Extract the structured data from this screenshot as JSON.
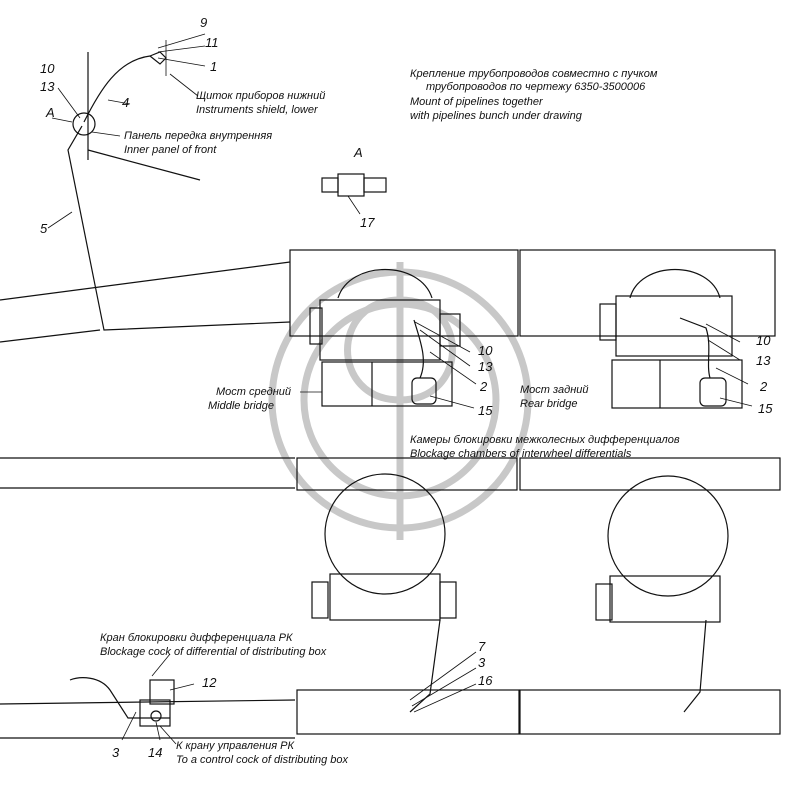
{
  "detail_label": "A",
  "parts": {
    "p1": "1",
    "p2": "2",
    "p3": "3",
    "p4": "4",
    "p5": "5",
    "p7": "7",
    "p9": "9",
    "p10": "10",
    "p11": "11",
    "p12": "12",
    "p13": "13",
    "p14": "14",
    "p15": "15",
    "p16": "16",
    "p17": "17"
  },
  "labels": {
    "instruments_shield_ru": "Щиток приборов нижний",
    "instruments_shield_en": "Instruments shield, lower",
    "inner_panel_ru": "Панель передка внутренняя",
    "inner_panel_en": "Inner panel of front",
    "mount_ru_1": "Крепление трубопроводов совместно с пучком",
    "mount_ru_2": "трубопроводов по чертежу 6350-3500006",
    "mount_en_1": "Mount of pipelines together",
    "mount_en_2": "with pipelines bunch under drawing",
    "middle_bridge_ru": "Мост средний",
    "middle_bridge_en": "Middle bridge",
    "rear_bridge_ru": "Мост задний",
    "rear_bridge_en": "Rear bridge",
    "blockage_chambers_ru": "Камеры блокировки межколесных дифференциалов",
    "blockage_chambers_en": "Blockage chambers of interwheel differentials",
    "blockage_cock_ru": "Кран блокировки дифференциала РК",
    "blockage_cock_en": "Blockage cock of differential of distributing box",
    "control_cock_ru": "К крану управления РК",
    "control_cock_en": "To a control cock of distributing box"
  }
}
